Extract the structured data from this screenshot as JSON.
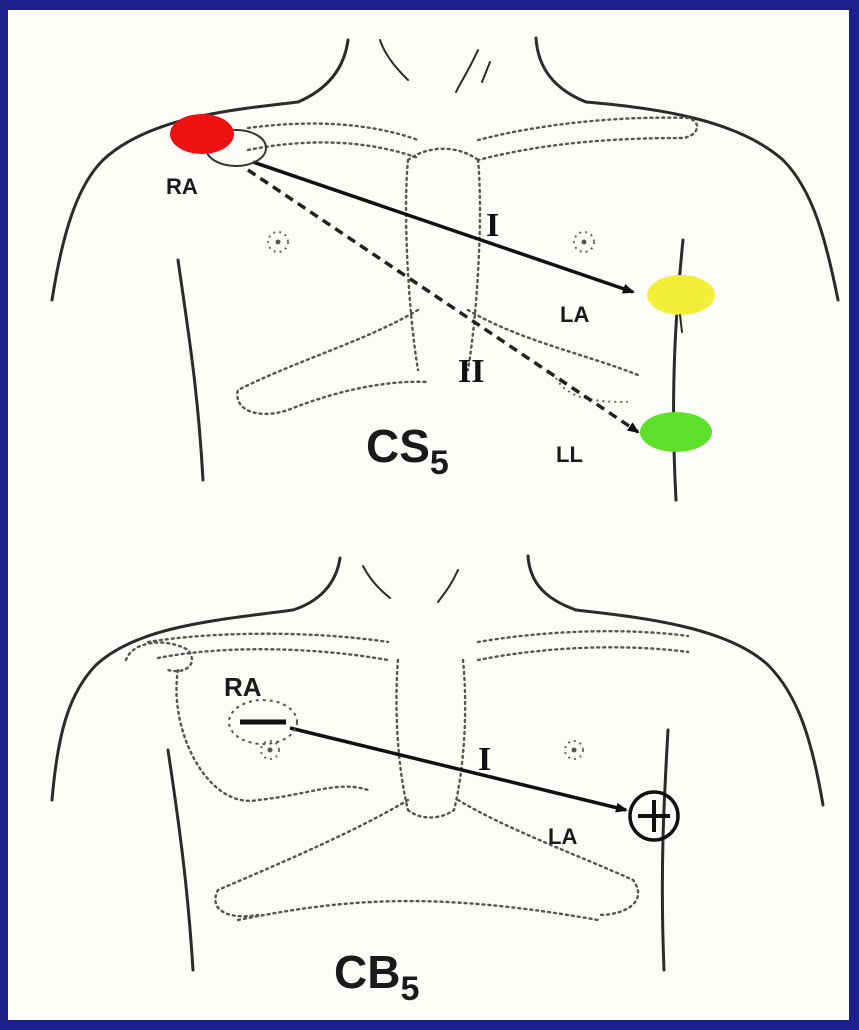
{
  "top_panel": {
    "caption_main": "CS",
    "caption_sub": "5",
    "electrodes": {
      "ra": {
        "label": "RA",
        "color": "#ee1111"
      },
      "la": {
        "label": "LA",
        "color": "#f2ee3a"
      },
      "ll": {
        "label": "LL",
        "color": "#5fe02c"
      }
    },
    "leads": [
      {
        "label": "I"
      },
      {
        "label": "II"
      }
    ]
  },
  "bottom_panel": {
    "caption_main": "CB",
    "caption_sub": "5",
    "electrodes": {
      "ra": {
        "label": "RA",
        "polarity": "negative"
      },
      "la": {
        "label": "LA",
        "polarity": "positive"
      }
    },
    "leads": [
      {
        "label": "I"
      }
    ]
  },
  "colors": {
    "background_frame": "#1a1f8a",
    "paper": "#fdfdfa"
  }
}
